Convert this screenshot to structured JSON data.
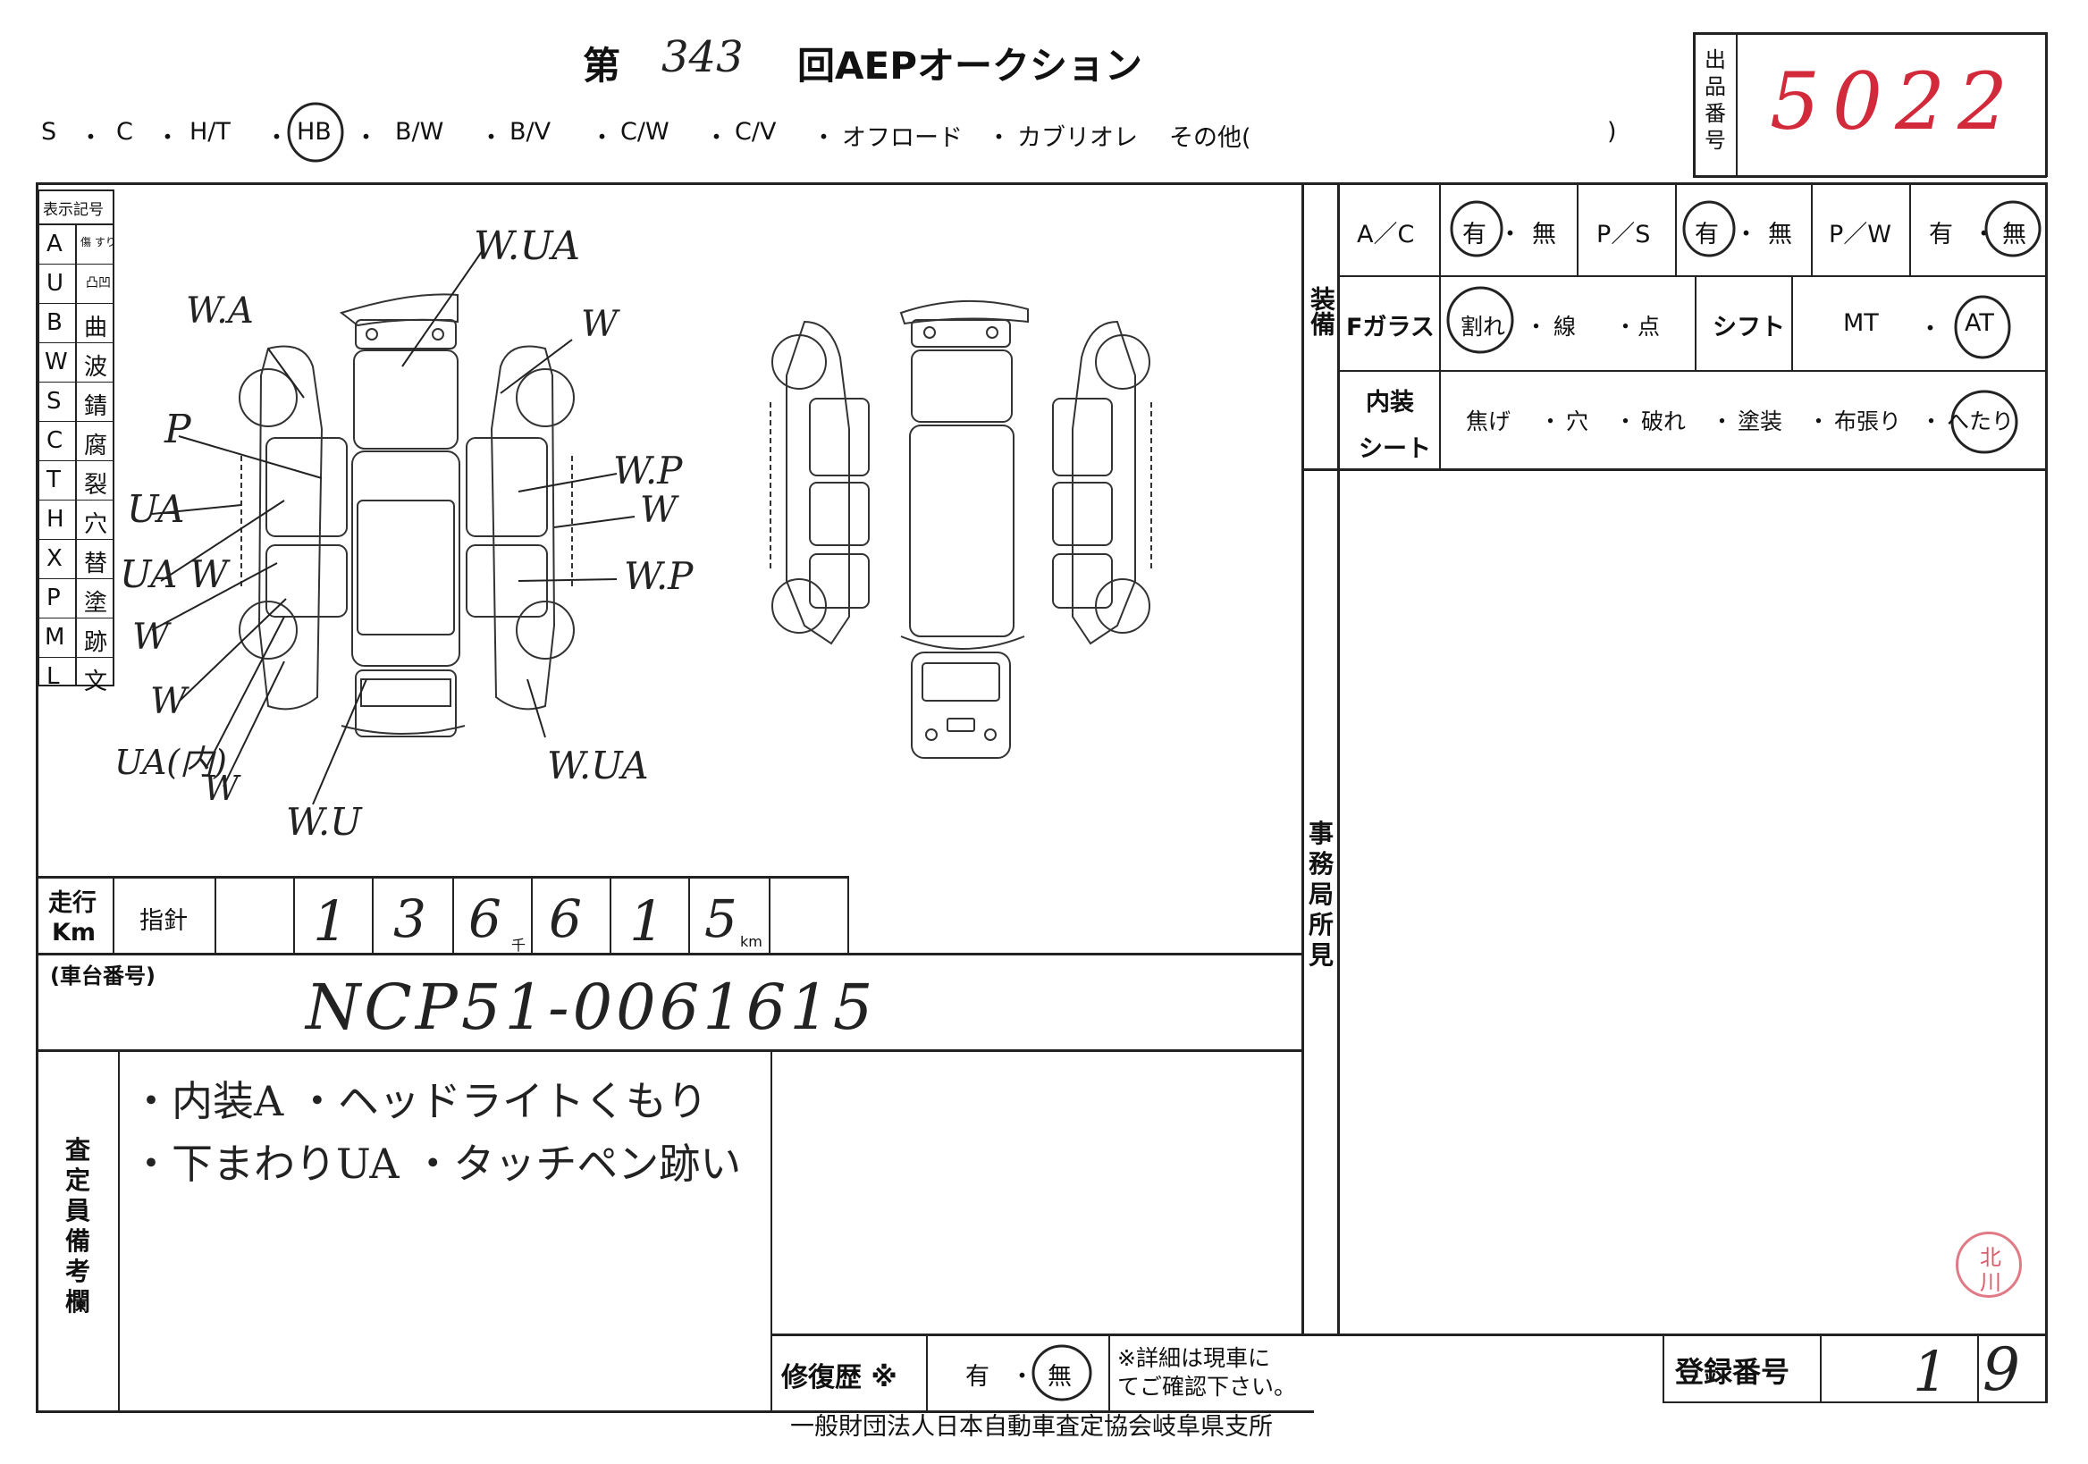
{
  "header": {
    "title_prefix": "第",
    "title_number": "343",
    "title_suffix": "回AEPオークション",
    "body_types": [
      "S",
      "・",
      "C",
      "・",
      "H/T",
      "・",
      "HB",
      "・",
      "B/W",
      "・",
      "B/V",
      "・",
      "C/W",
      "・",
      "C/V",
      "・",
      "オフロード",
      "・",
      "カブリオレ",
      "その他(",
      ")"
    ],
    "lot_label": [
      "出",
      "品",
      "番",
      "号"
    ],
    "lot_number": "5022"
  },
  "legend": {
    "title": "表示記号",
    "rows": [
      {
        "code": "A",
        "meaning": "傷 すり"
      },
      {
        "code": "U",
        "meaning": "凸凹"
      },
      {
        "code": "B",
        "meaning": "曲"
      },
      {
        "code": "W",
        "meaning": "波"
      },
      {
        "code": "S",
        "meaning": "錆"
      },
      {
        "code": "C",
        "meaning": "腐"
      },
      {
        "code": "T",
        "meaning": "裂"
      },
      {
        "code": "H",
        "meaning": "穴"
      },
      {
        "code": "X",
        "meaning": "替"
      },
      {
        "code": "P",
        "meaning": "塗"
      },
      {
        "code": "M",
        "meaning": "跡"
      },
      {
        "code": "L",
        "meaning": "文"
      }
    ]
  },
  "damage_marks": [
    "W.A",
    "W.UA",
    "W",
    "P",
    "UA",
    "UA W",
    "W",
    "W.P",
    "W",
    "W.P",
    "W",
    "UA(内)",
    "W",
    "W.U",
    "W.UA"
  ],
  "equipment": {
    "section_label": "装備",
    "ac_label": "A／C",
    "ac_options": [
      "有",
      "・",
      "無"
    ],
    "ps_label": "P／S",
    "ps_options": [
      "有",
      "・",
      "無"
    ],
    "pw_label": "P／W",
    "pw_options": [
      "有",
      "・",
      "無"
    ],
    "glass_label": "Fガラス",
    "glass_options": [
      "割れ",
      "・",
      "線",
      "・",
      "点"
    ],
    "shift_label": "シフト",
    "shift_options": [
      "MT",
      "・",
      "AT"
    ],
    "interior_label_1": "内装",
    "interior_label_2": "シート",
    "interior_options": [
      "焦げ",
      "・",
      "穴",
      "・",
      "破れ",
      "・",
      "塗装",
      "・",
      "布張り",
      "・",
      "へたり"
    ]
  },
  "office_remarks_label": [
    "事",
    "務",
    "局",
    "所",
    "見"
  ],
  "odometer": {
    "label_1": "走行",
    "label_2": "Km",
    "gauge_label": "指針",
    "digits": [
      "1",
      "3",
      "6",
      "6",
      "1",
      "5"
    ],
    "thousand_unit": "千",
    "km_unit": "km"
  },
  "chassis": {
    "label": "(車台番号)",
    "value": "NCP51-0061615"
  },
  "inspector_notes": {
    "label": [
      "査",
      "定",
      "員",
      "備",
      "考",
      "欄"
    ],
    "line1": "・内装A  ・ヘッドライトくもり",
    "line2": "・下まわりUA  ・タッチペン跡い"
  },
  "repair_history": {
    "label": "修復歴 ※",
    "options": [
      "有",
      "・",
      "無"
    ],
    "note_1": "※詳細は現車に",
    "note_2": "てご確認下さい。"
  },
  "registration": {
    "label": "登録番号",
    "value_1": "1",
    "value_2": "9"
  },
  "stamp": {
    "text_1": "北",
    "text_2": "川"
  },
  "footer": "一般財団法人日本自動車査定協会岐阜県支所"
}
